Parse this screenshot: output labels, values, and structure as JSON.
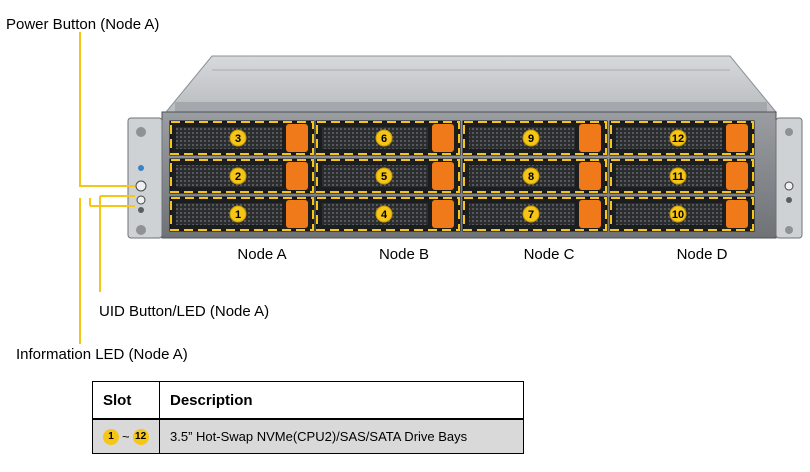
{
  "callouts": {
    "power_button": "Power Button (Node A)",
    "uid_button": "UID Button/LED (Node A)",
    "info_led": "Information  LED (Node A)"
  },
  "nodes": [
    "Node A",
    "Node B",
    "Node C",
    "Node D"
  ],
  "bays": [
    [
      "3",
      "2",
      "1"
    ],
    [
      "6",
      "5",
      "4"
    ],
    [
      "9",
      "8",
      "7"
    ],
    [
      "12",
      "11",
      "10"
    ]
  ],
  "table": {
    "headers": [
      "Slot",
      "Description"
    ],
    "row": {
      "slot_from": "1",
      "slot_sep": "~",
      "slot_to": "12",
      "description": "3.5” Hot-Swap NVMe(CPU2)/SAS/SATA  Drive Bays"
    }
  },
  "colors": {
    "callout_line": "#f5c518",
    "bay_outline": "#f5c518",
    "drive_latch": "#f07a1a",
    "table_row_bg": "#d9d9d9"
  }
}
